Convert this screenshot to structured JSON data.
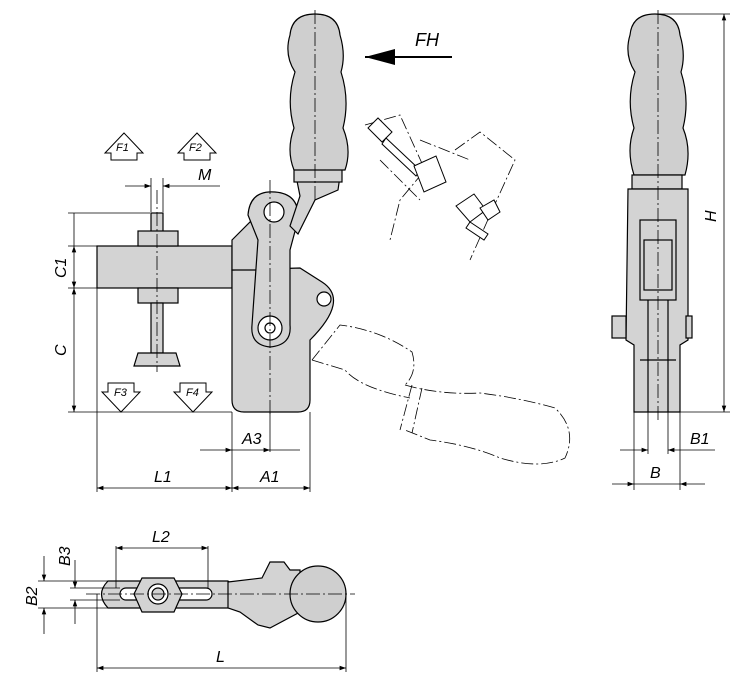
{
  "figure": {
    "colors": {
      "body_fill": "#d3d3d3",
      "grip_fill": "#cfcfcf",
      "line": "#000000",
      "background": "#ffffff"
    },
    "force_labels": {
      "f1": "F1",
      "f2": "F2",
      "f3": "F3",
      "f4": "F4",
      "fh": "FH"
    },
    "dimensions": {
      "m": "M",
      "c1": "C1",
      "c": "C",
      "a3": "A3",
      "l1": "L1",
      "a1": "A1",
      "h": "H",
      "b1": "B1",
      "b": "B",
      "l2": "L2",
      "b3": "B3",
      "b2": "B2",
      "l": "L"
    }
  }
}
